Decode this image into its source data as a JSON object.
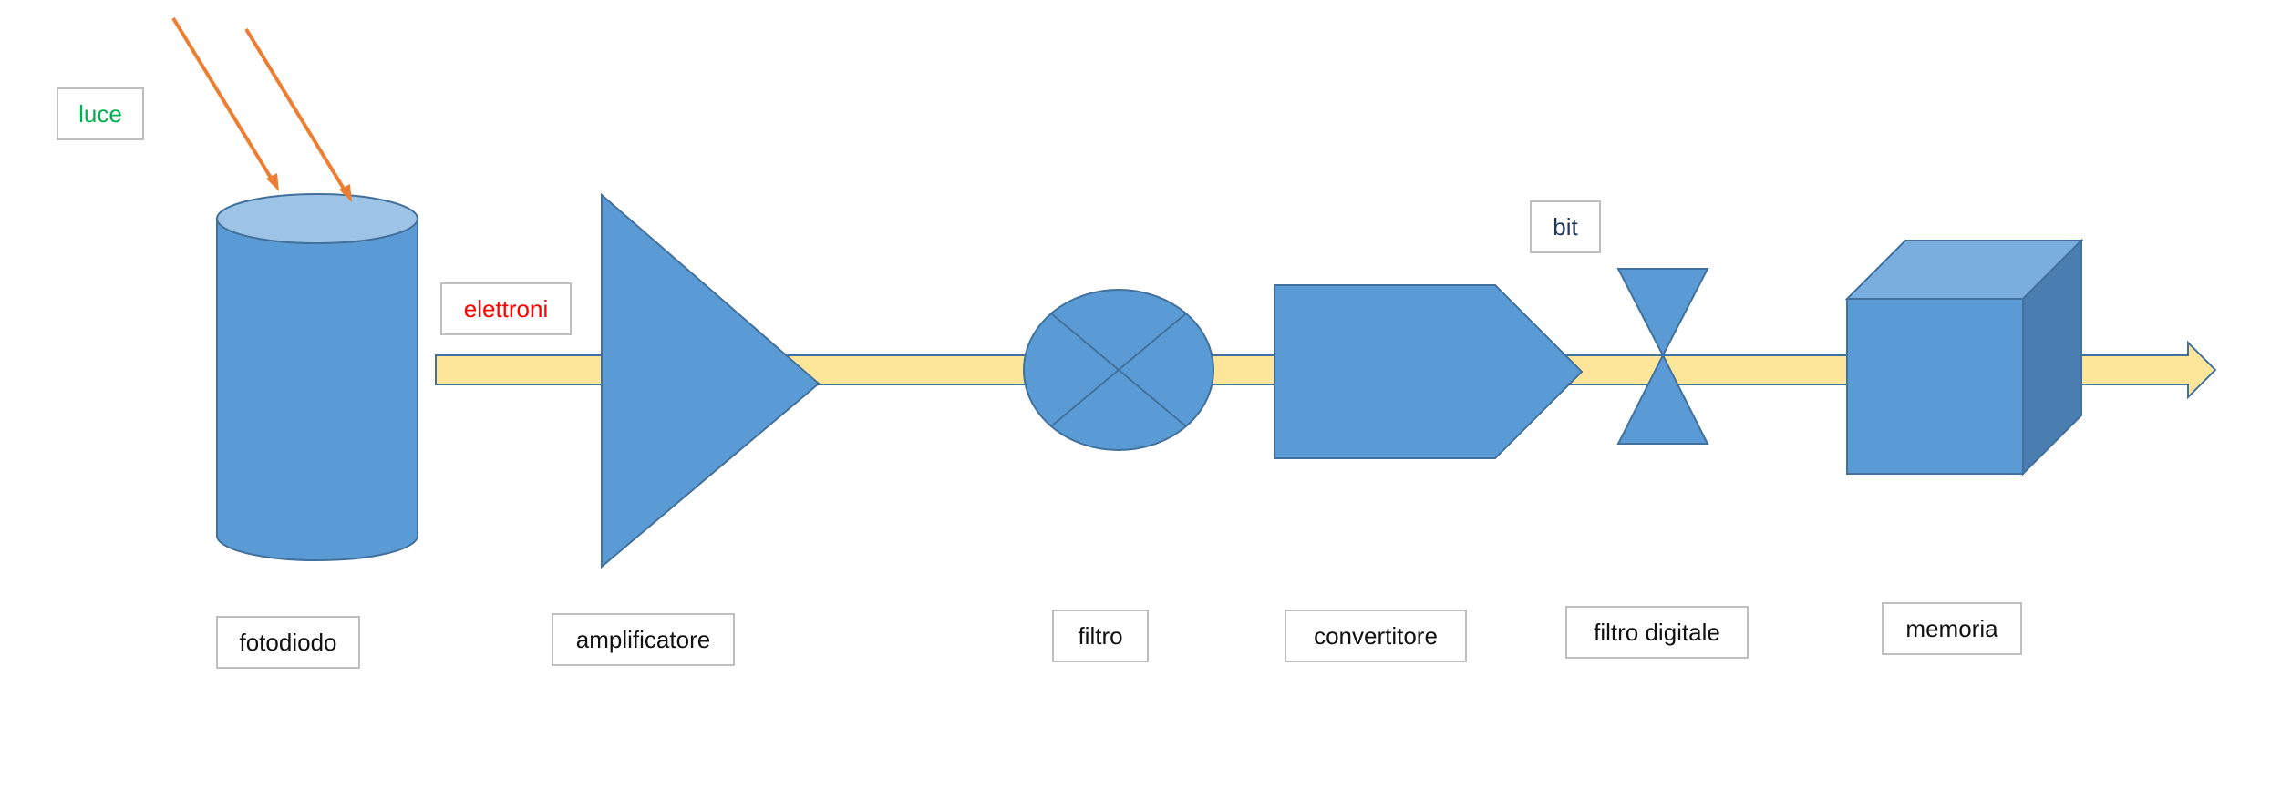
{
  "labels": {
    "light": "luce",
    "electrons": "elettroni",
    "bit": "bit",
    "photodiode": "fotodiodo",
    "amplifier": "amplificatore",
    "filter": "filtro",
    "converter": "convertitore",
    "digital_filter": "filtro digitale",
    "memory": "memoria"
  },
  "colors": {
    "shape_fill": "#5b9bd5",
    "shape_light": "#9dc3e6",
    "shape_top": "#7aaedf",
    "shape_side": "#4a7eb0",
    "shape_stroke": "#41719c",
    "signal_arrow": "#fde59a",
    "light_ray": "#ed7d31",
    "text_light": "#00b050",
    "text_electrons": "#ff0000",
    "text_bit": "#1f3864",
    "text_default": "#111111",
    "label_border": "#bfbfbf"
  }
}
